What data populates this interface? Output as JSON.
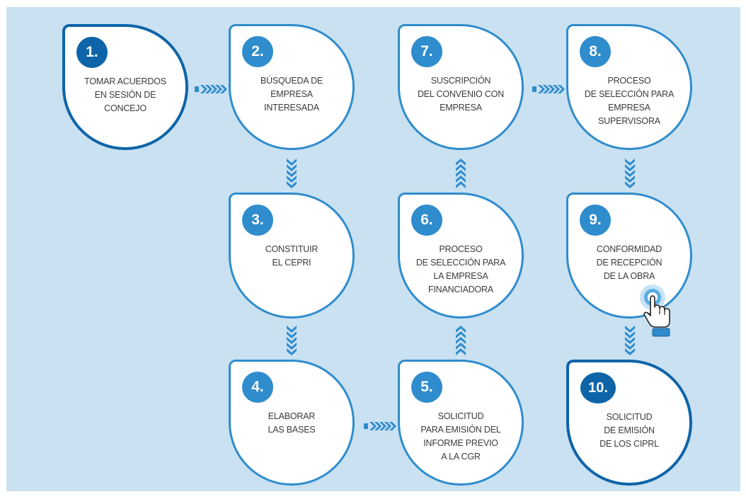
{
  "steps": [
    {
      "num": "1.",
      "text": "TOMAR ACUERDOS\nEN SESIÓN DE\nCONCEJO"
    },
    {
      "num": "2.",
      "text": "BÚSQUEDA DE\nEMPRESA\nINTERESADA"
    },
    {
      "num": "3.",
      "text": "CONSTITUIR\nEL CEPRI"
    },
    {
      "num": "4.",
      "text": "ELABORAR\nLAS BASES"
    },
    {
      "num": "5.",
      "text": "SOLICITUD\nPARA EMISIÓN DEL\nINFORME PREVIO\nA LA CGR"
    },
    {
      "num": "6.",
      "text": "PROCESO\nDE SELECCIÓN PARA\nLA EMPRESA\nFINANCIADORA"
    },
    {
      "num": "7.",
      "text": "SUSCRIPCIÓN\nDEL CONVENIO CON\nEMPRESA"
    },
    {
      "num": "8.",
      "text": "PROCESO\nDE SELECCIÓN PARA\nEMPRESA\nSUPERVISORA"
    },
    {
      "num": "9.",
      "text": "CONFORMIDAD\nDE RECEPCIÓN\nDE LA OBRA"
    },
    {
      "num": "10.",
      "text": "SOLICITUD\nDE EMISIÓN\nDE LOS CIPRL"
    }
  ],
  "colors": {
    "background": "#c9e1f1",
    "step_border": "#2f8ccd",
    "key_step": "#0e64a8",
    "arrow": "#2f8ccd",
    "text": "#3b3b3b"
  },
  "icons": {
    "connector": "chevron-arrow-icon",
    "pointer": "hand-pointer-icon"
  }
}
